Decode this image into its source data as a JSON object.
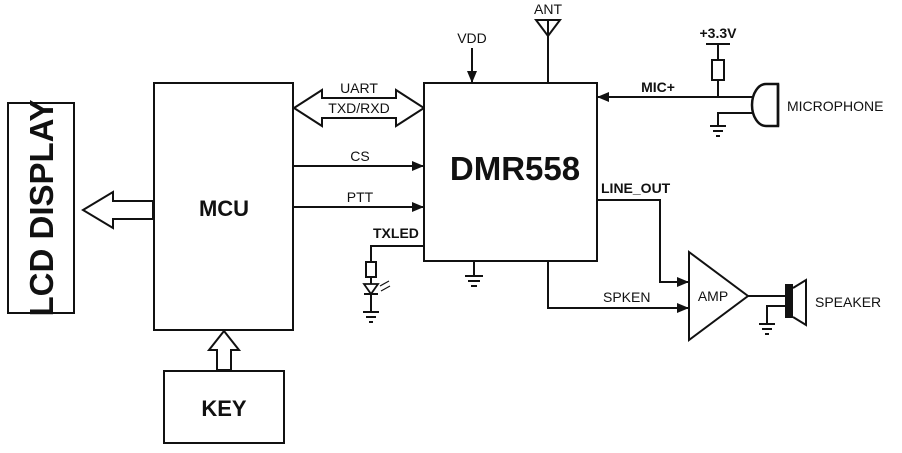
{
  "blocks": {
    "lcd": "LCD DISPLAY",
    "mcu": "MCU",
    "key": "KEY",
    "chip": "DMR558",
    "amp": "AMP"
  },
  "signals": {
    "uart": "UART",
    "txdrxd": "TXD/RXD",
    "cs": "CS",
    "ptt": "PTT",
    "txled": "TXLED",
    "vdd": "VDD",
    "ant": "ANT",
    "supply": "+3.3V",
    "mic_plus": "MIC+",
    "microphone": "MICROPHONE",
    "line_out": "LINE_OUT",
    "spken": "SPKEN",
    "speaker": "SPEAKER"
  }
}
